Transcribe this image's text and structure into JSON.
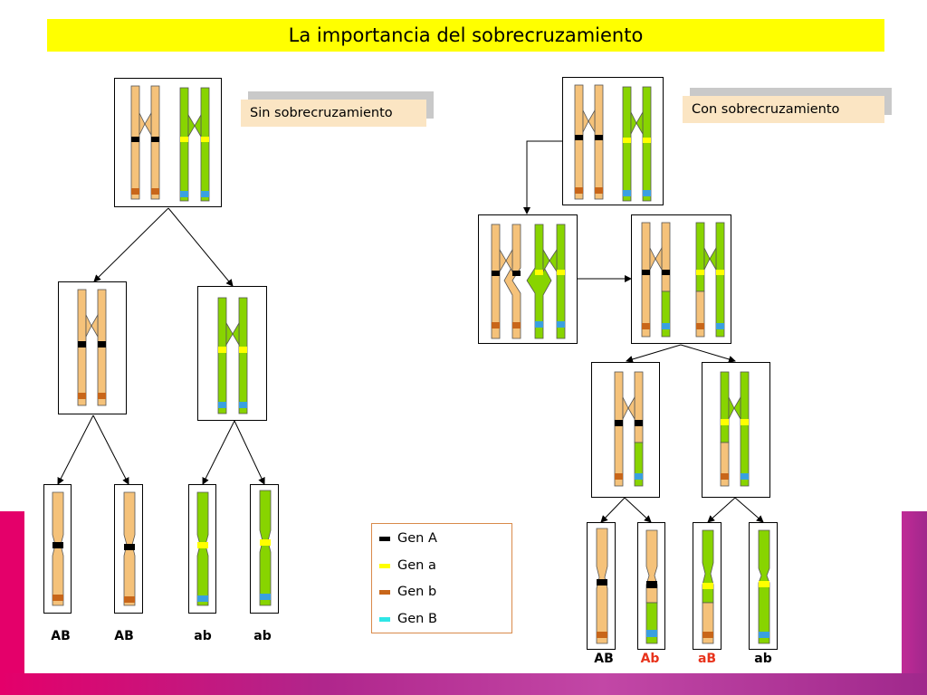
{
  "title": "La importancia del sobrecruzamiento",
  "labels": {
    "left": "Sin sobrecruzamiento",
    "right": "Con sobrecruzamiento"
  },
  "legend": [
    {
      "text": "Gen A",
      "color": "#000000"
    },
    {
      "text": "Gen a",
      "color": "#ffff00"
    },
    {
      "text": "Gen b",
      "color": "#c8661a"
    },
    {
      "text": "Gen B",
      "color": "#2ee6e6"
    }
  ],
  "genotypes_left": [
    "AB",
    "AB",
    "ab",
    "ab"
  ],
  "genotypes_right": [
    "AB",
    "Ab",
    "aB",
    "ab"
  ],
  "colors": {
    "orange_chrom": "#f5c27a",
    "green_chrom": "#88d400",
    "gene_A": "#000000",
    "gene_a": "#ffff00",
    "gene_b": "#c8661a",
    "gene_B": "#3aa0e0",
    "recomb_label": "#e8331c",
    "title_bg": "#ffff00",
    "label_bg": "#fbe5c3",
    "magenta": "#e4006a",
    "purple": "#a0288c"
  }
}
